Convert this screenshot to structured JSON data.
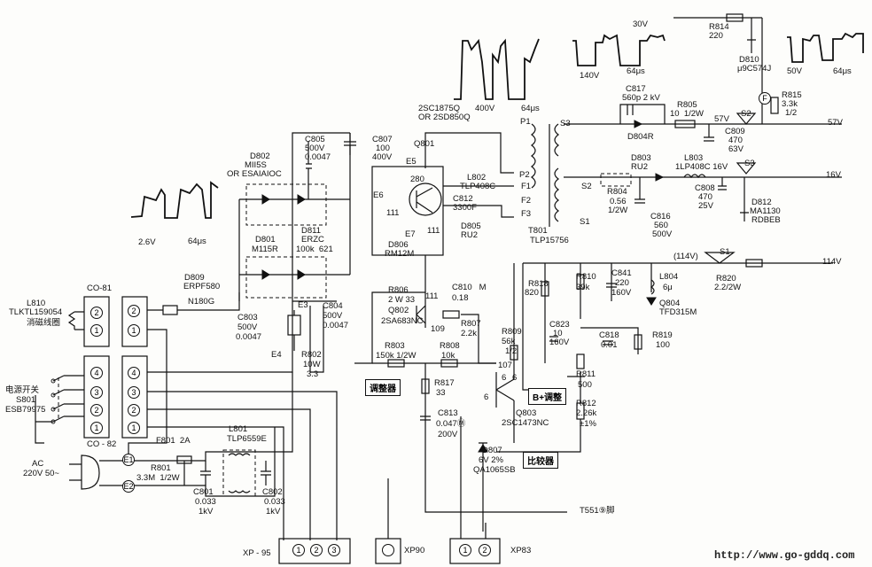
{
  "labels": {
    "l30v": "30V",
    "r814": "R814",
    "r814_val": "220",
    "d810": "D810",
    "d810_part": "μ9C574J",
    "l140v": "140V",
    "us64": "64μs",
    "l50v": "50V",
    "l400v": "400V",
    "q801_alt1": "2SC1875Q",
    "q801_alt2": "OR 2SD850Q",
    "p1": "P1",
    "c817": "C817",
    "c817_val": "560p 2 kV",
    "r805": "R805",
    "r805_val": "10  1/2W",
    "r815": "R815",
    "r815_val": "3.3k",
    "r815_w": "1/2",
    "f_marker": "F",
    "l57v": "57V",
    "s2": "S2",
    "s3": "S3",
    "s1": "S1",
    "c809": "C809",
    "c809_val": "470",
    "c809_v": "63V",
    "d804": "D804R",
    "c805": "C805",
    "c805_v": "500V",
    "c805_val": "0.0047",
    "c807": "C807",
    "c807_val": "100",
    "c807_v": "400V",
    "q801": "Q801",
    "e5": "E5",
    "p2": "P2",
    "d802": "D802",
    "d802_part": "MII5S",
    "d802_alt": "OR ESAIAIOC",
    "d803": "D803",
    "d803_part": "RU2",
    "l803": "L803",
    "l803_part": "1LP408C 16V",
    "l16v": "16V",
    "r804": "R804",
    "r804_val": "0.56",
    "r804_w": "1/2W",
    "c808": "C808",
    "c808_val": "470",
    "c808_v": "25V",
    "d812": "D812",
    "d812_part": "MA1130",
    "d812_alt": "RDBEB",
    "c816": "C816",
    "c816_val": "560",
    "c816_v": "500V",
    "n280": "280",
    "l802": "L802",
    "l802_part": "TLP408C",
    "f1": "F1",
    "e6": "E6",
    "c812": "C812",
    "c812_val": "3300F",
    "f2": "F2",
    "n111": "111",
    "f3": "F3",
    "l2_6v": "2.6V",
    "d801": "D801",
    "d801_part": "M115R",
    "d811": "D811",
    "d811_part": "ERZC",
    "d811_val": "100k  621",
    "e7": "E7",
    "d805": "D805",
    "d805_part": "RU2",
    "t801": "T801",
    "t801_part": "TLP15756",
    "d806": "D806",
    "d806_part": "RM12M",
    "l114v_paren": "(114V)",
    "l114v": "114V",
    "d809": "D809",
    "d809_part": "ERPF580",
    "n180g": "N180G",
    "co81": "CO-81",
    "l810": "L810",
    "l810_part": "TLKTL159054",
    "l810_desc": "消磁线圈",
    "r806": "R806",
    "r806_val": "2 W 33",
    "c810": "C810   M",
    "c810_val": "0.18",
    "r818": "R818",
    "r818_val": "820",
    "r810": "R810",
    "r810_val": "39k",
    "c841": "C841",
    "c841_val": "220",
    "c841_v": "160V",
    "l804": "L804",
    "l804_val": "6μ",
    "r820": "R820",
    "r820_val": "2.2/2W",
    "q804": "Q804",
    "q804_part": "TFD315M",
    "c803": "C803",
    "c803_v": "500V",
    "c803_val": "0.0047",
    "e3": "E3",
    "c804": "C804",
    "c804_v": "500V",
    "c804_val": "0.0047",
    "q802": "Q802",
    "q802_part": "2SA683NC",
    "n109": "109",
    "r807": "R807",
    "r807_val": "2.2k",
    "r809": "R809",
    "r809_val": "56k",
    "r809_w": "1/2",
    "c823": "C823",
    "c823_val": "10",
    "c823_v": "160V",
    "c818": "C818",
    "c818_val": "0.01",
    "r819": "R819",
    "r819_val": "100",
    "e4": "E4",
    "r802": "R802",
    "r802_w": "10W",
    "r802_val": "3.3",
    "r803": "R803",
    "r803_val": "150k 1/2W",
    "r808": "R808",
    "r808_val": "10k",
    "n107": "107",
    "r811": "R811",
    "r811_val": "500",
    "adjuster": "调整器",
    "n6": "6",
    "bplus_adjust": "B+调整",
    "r817": "R817",
    "r817_val": "33",
    "r812": "R812",
    "r812_val": "2.26k",
    "r812_tol": "±1%",
    "c813": "C813",
    "c813_val": "0.047Ⓜ",
    "c813_v": "200V",
    "q803": "Q803",
    "q803_part": "2SC1473NC",
    "power_switch": "电源开关",
    "s801": "S801",
    "s801_part": "ESB79975",
    "co82": "CO - 82",
    "f801": "F801  2A",
    "l801": "L801",
    "l801_part": "TLP6559E",
    "d807": "D807",
    "d807_val": "6V 2%",
    "d807_part": "QA1065SB",
    "comparator": "比较器",
    "ac": "AC",
    "ac_val": "220V 50~",
    "r801": "R801",
    "r801_val": "3.3M  1/2W",
    "c801": "C801",
    "c801_val": "0.033",
    "c801_v": "1kV",
    "c802": "C802",
    "c802_val": "0.033",
    "c802_v": "1kV",
    "t551": "T551⑨脚",
    "xp95": "XP - 95",
    "xp90": "XP90",
    "xp83": "XP83",
    "url": "http://www.go-gddq.com"
  },
  "pins": {
    "p1": "1",
    "p2": "2",
    "p3": "3",
    "p4": "4",
    "e1": "E1",
    "e2": "E2",
    "blank": ""
  }
}
